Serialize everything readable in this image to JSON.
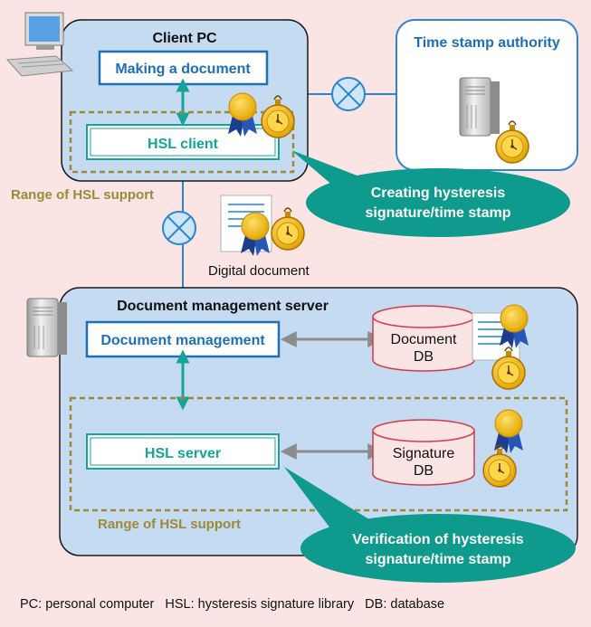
{
  "diagram": {
    "client_pc": {
      "title": "Client PC",
      "making_document": "Making a document",
      "hsl_client": "HSL client",
      "range_label": "Range of HSL support"
    },
    "tsa": {
      "title": "Time stamp authority"
    },
    "callouts": {
      "creating": [
        "Creating hysteresis",
        "signature/time stamp"
      ],
      "verification": [
        "Verification of hysteresis",
        "signature/time stamp"
      ]
    },
    "digital_document": "Digital document",
    "server": {
      "title": "Document management server",
      "document_management": "Document management",
      "hsl_server": "HSL server",
      "document_db": [
        "Document",
        "DB"
      ],
      "signature_db": [
        "Signature",
        "DB"
      ],
      "range_label": "Range of HSL support"
    },
    "footnote": "PC: personal computer   HSL: hysteresis signature library   DB: database"
  },
  "colors": {
    "background": "#fbe4e4",
    "box_fill": "#c5dbf1",
    "accent_blue": "#1d6fb8",
    "teal": "#17a39a",
    "olive_dashed": "#9c8a3a"
  }
}
